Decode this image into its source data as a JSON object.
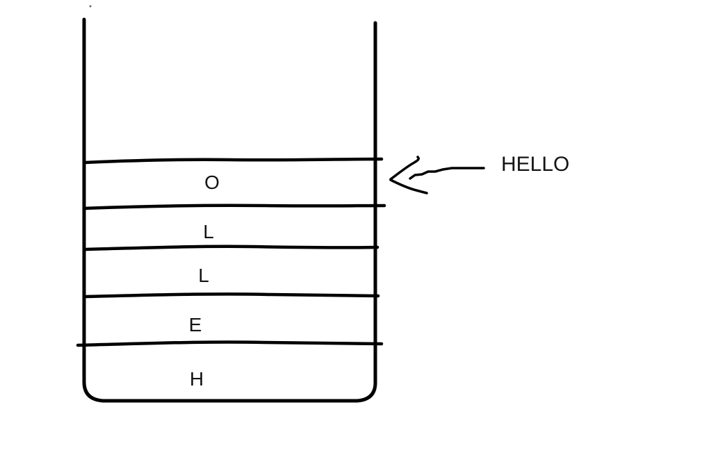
{
  "diagram": {
    "type": "stack",
    "stack_levels_top_to_bottom": [
      {
        "label": "O"
      },
      {
        "label": "L"
      },
      {
        "label": "L"
      },
      {
        "label": "E"
      },
      {
        "label": "H"
      }
    ],
    "annotation": {
      "label": "HELLO"
    },
    "colors": {
      "ink": "#000000",
      "text": "#141414",
      "background": "#ffffff"
    }
  }
}
